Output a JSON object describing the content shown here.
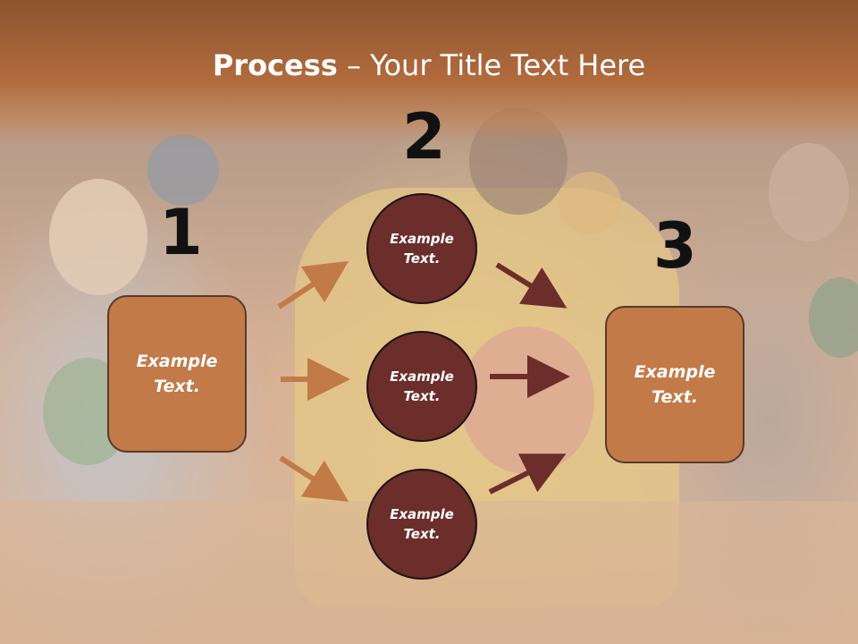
{
  "title": {
    "bold": "Process",
    "rest": " – Your Title Text Here"
  },
  "steps": {
    "one": "1",
    "two": "2",
    "three": "3"
  },
  "left_box": {
    "text": "Example\nText."
  },
  "right_box": {
    "text": "Example\nText."
  },
  "circles": [
    {
      "text": "Example\nText."
    },
    {
      "text": "Example\nText."
    },
    {
      "text": "Example\nText."
    }
  ],
  "colors": {
    "band": "#b06a3c",
    "box": "#c27a48",
    "circle": "#6b2e2a",
    "arrow_left": "#c27a48",
    "arrow_right": "#6b2e2a"
  }
}
